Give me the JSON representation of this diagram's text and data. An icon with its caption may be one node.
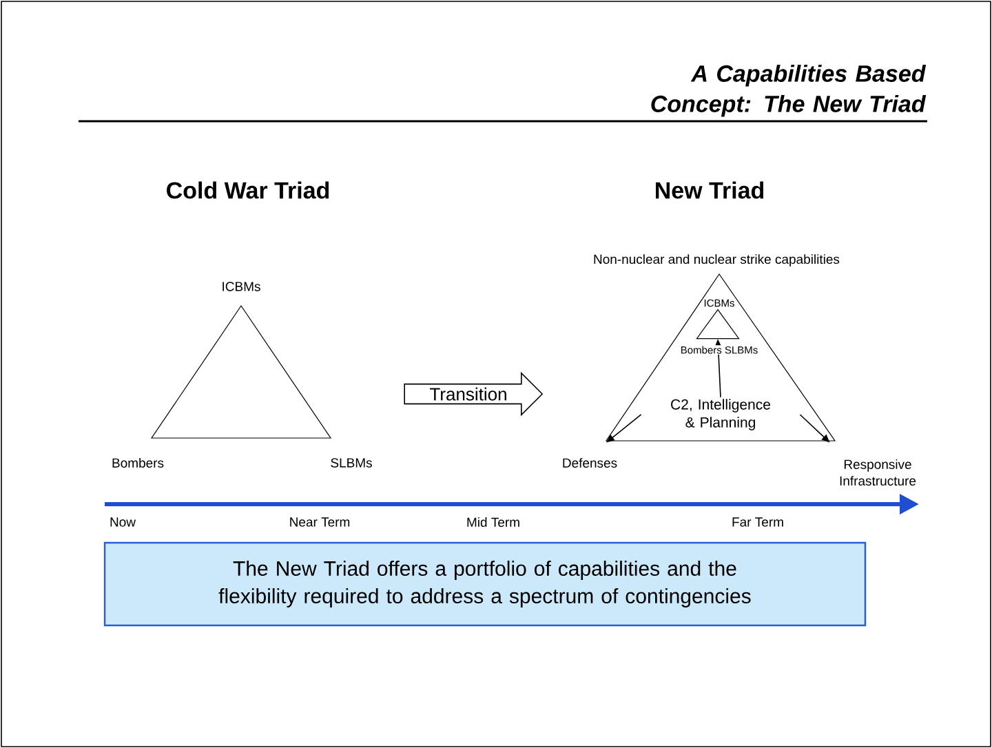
{
  "diagram": {
    "title": "A Capabilities Based Concept: The New Triad",
    "nodes": [
      {
        "text": [
          "Transition"
        ]
      },
      {
        "text": [
          "C2, Intelligence & Planning"
        ]
      },
      {
        "text": [],
        "shape": "triangle",
        "beside": [
          "ICBMs",
          "Bombers SLBMs"
        ]
      },
      {
        "text": [
          "The New Triad offers a portfolio of capabilities and the flexibility required to address a spectrum of contingencies"
        ]
      },
      {
        "text": [
          "Defenses"
        ]
      },
      {
        "text": [
          "Responsive Infrastructure"
        ]
      }
    ],
    "edges": [
      {
        "from": 1,
        "to": 2,
        "arrow": "to"
      },
      {
        "from": 1,
        "to": 4,
        "arrow": "to"
      },
      {
        "from": 1,
        "to": 5,
        "arrow": "to"
      }
    ],
    "labels": [
      "Cold War Triad",
      "New Triad",
      "Non-nuclear and nuclear strike capabilities",
      "ICBMs",
      "Bombers",
      "SLBMs",
      "Now",
      "Near Term",
      "Mid Term",
      "Far Term"
    ]
  }
}
